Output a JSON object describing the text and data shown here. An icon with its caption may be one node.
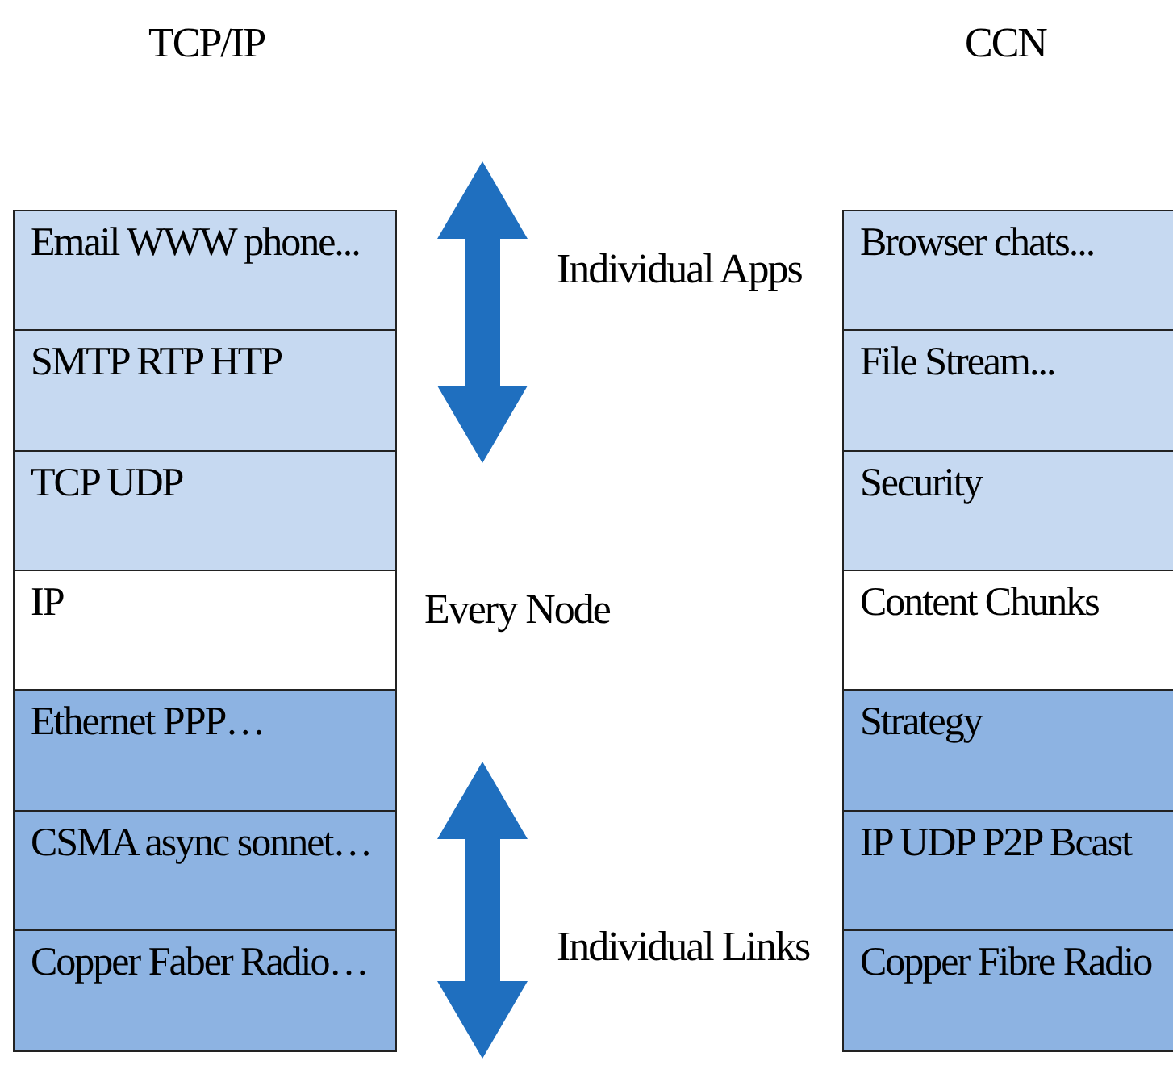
{
  "diagram": {
    "nodes": [
      {
        "text": [
          "Email WWW phone..."
        ]
      },
      {
        "text": [
          "SMTP RTP HTP"
        ]
      },
      {
        "text": [
          "TCP UDP"
        ]
      },
      {
        "text": [
          "IP"
        ]
      },
      {
        "text": [
          "Ethernet PPP…"
        ]
      },
      {
        "text": [
          "CSMA async sonnet…"
        ]
      },
      {
        "text": [
          "Copper Faber Radio…"
        ]
      },
      {
        "text": [
          "Browser chats..."
        ]
      },
      {
        "text": [
          "File Stream..."
        ]
      },
      {
        "text": [
          "Security"
        ]
      },
      {
        "text": [
          "Content Chunks"
        ]
      },
      {
        "text": [
          "Strategy"
        ]
      },
      {
        "text": [
          "IP UDP P2P Bcast"
        ]
      },
      {
        "text": [
          "Copper Fibre Radio"
        ]
      }
    ],
    "labels": [
      "TCP/IP",
      "CCN",
      "Individual Apps",
      "Every Node",
      "Individual Links"
    ]
  }
}
